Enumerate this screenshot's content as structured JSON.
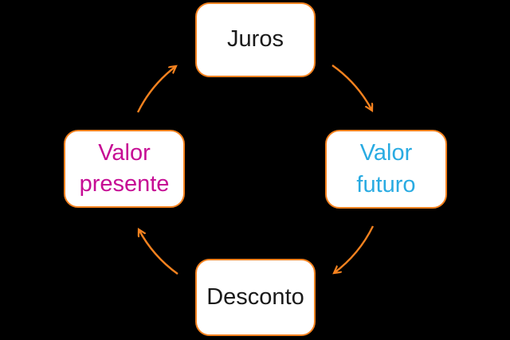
{
  "colors": {
    "bg": "#000000",
    "box-bg": "#ffffff",
    "orange": "#f5821f",
    "blue": "#29abe2",
    "magenta": "#c60c94",
    "text-dark": "#1a1a1a"
  },
  "diagram": {
    "type": "cycle",
    "direction": "clockwise",
    "nodes": [
      {
        "id": "juros",
        "label": "Juros",
        "text_color": "black",
        "position": "top"
      },
      {
        "id": "valor-futuro",
        "label": "Valor futuro",
        "text_color": "blue",
        "position": "right"
      },
      {
        "id": "desconto",
        "label": "Desconto",
        "text_color": "black",
        "position": "bottom"
      },
      {
        "id": "valor-presente",
        "label": "Valor presente",
        "text_color": "magenta",
        "position": "left"
      }
    ],
    "edges": [
      {
        "from": "juros",
        "to": "valor-futuro"
      },
      {
        "from": "valor-futuro",
        "to": "desconto"
      },
      {
        "from": "desconto",
        "to": "valor-presente"
      },
      {
        "from": "valor-presente",
        "to": "juros"
      }
    ]
  }
}
